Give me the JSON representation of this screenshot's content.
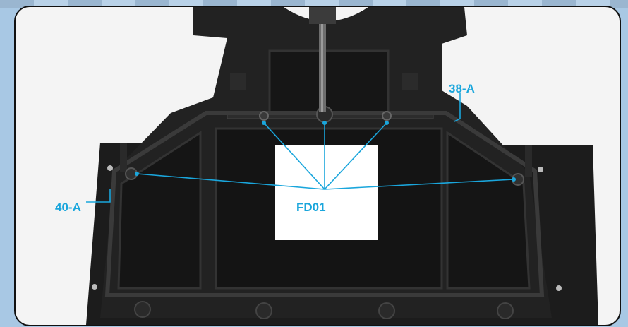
{
  "callouts": {
    "part_top_right": "38-A",
    "part_left": "40-A",
    "screw": "FD01"
  },
  "colors": {
    "callout": "#1aa6dc",
    "background": "#a8c8e4",
    "frame_border": "#111111",
    "plastic": "#1c1c1c"
  }
}
